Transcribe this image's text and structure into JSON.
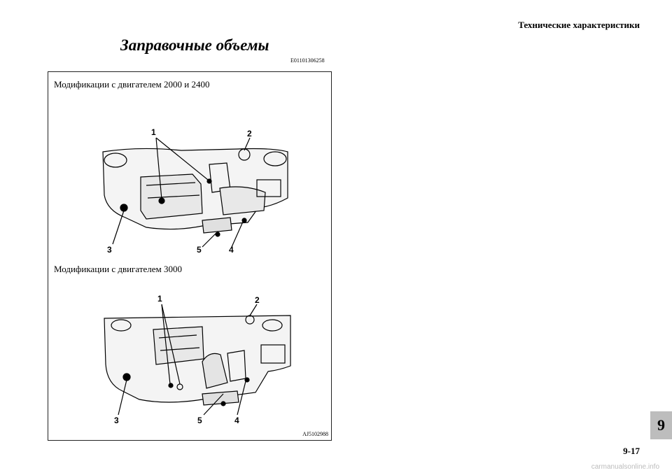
{
  "header": {
    "section_title": "Технические характеристики"
  },
  "page": {
    "title": "Заправочные объемы",
    "code": "E01101306258",
    "number": "9-17",
    "chapter_tab": "9"
  },
  "figure": {
    "caption_top": "Модификации с двигателем 2000 и 2400",
    "caption_bottom": "Модификации с двигателем 3000",
    "figure_code": "AJ5102988",
    "callouts_top": [
      "1",
      "2",
      "3",
      "5",
      "4"
    ],
    "callouts_bottom": [
      "1",
      "2",
      "3",
      "5",
      "4"
    ]
  },
  "watermark": "carmanualsonline.info"
}
